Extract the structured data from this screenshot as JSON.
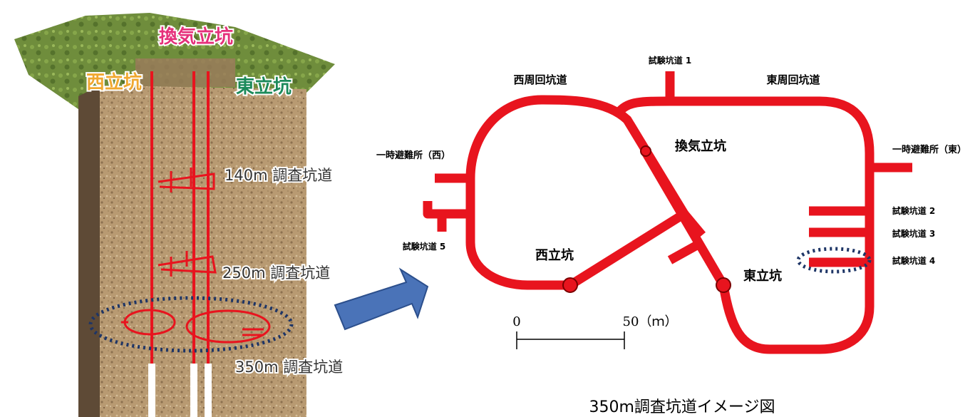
{
  "cross_section": {
    "shaft_labels": {
      "ventilation": "換気立坑",
      "west": "西立坑",
      "east": "東立坑"
    },
    "level_labels": [
      "140m 調査坑道",
      "250m 調査坑道",
      "350m 調査坑道"
    ]
  },
  "plan_view": {
    "labels": {
      "west_loop": "西周回坑道",
      "east_loop": "東周回坑道",
      "test1": "試験坑道 1",
      "test2": "試験坑道 2",
      "test3": "試験坑道 3",
      "test4": "試験坑道 4",
      "test5": "試験坑道 5",
      "refuge_west": "一時避難所（西）",
      "refuge_east": "一時避難所（東）",
      "vent_shaft": "換気立坑",
      "west_shaft": "西立坑",
      "east_shaft": "東立坑"
    },
    "scale": {
      "start": "0",
      "end": "50（ｍ）"
    }
  },
  "caption": "350m調査坑道イメージ図",
  "colors": {
    "tunnel": "#e8141e",
    "highlight_ellipse": "#1e3566",
    "arrow": "#4a73b8",
    "vent_label": "#e5307a",
    "west_label": "#f0a830",
    "east_label": "#1c8a5a"
  }
}
